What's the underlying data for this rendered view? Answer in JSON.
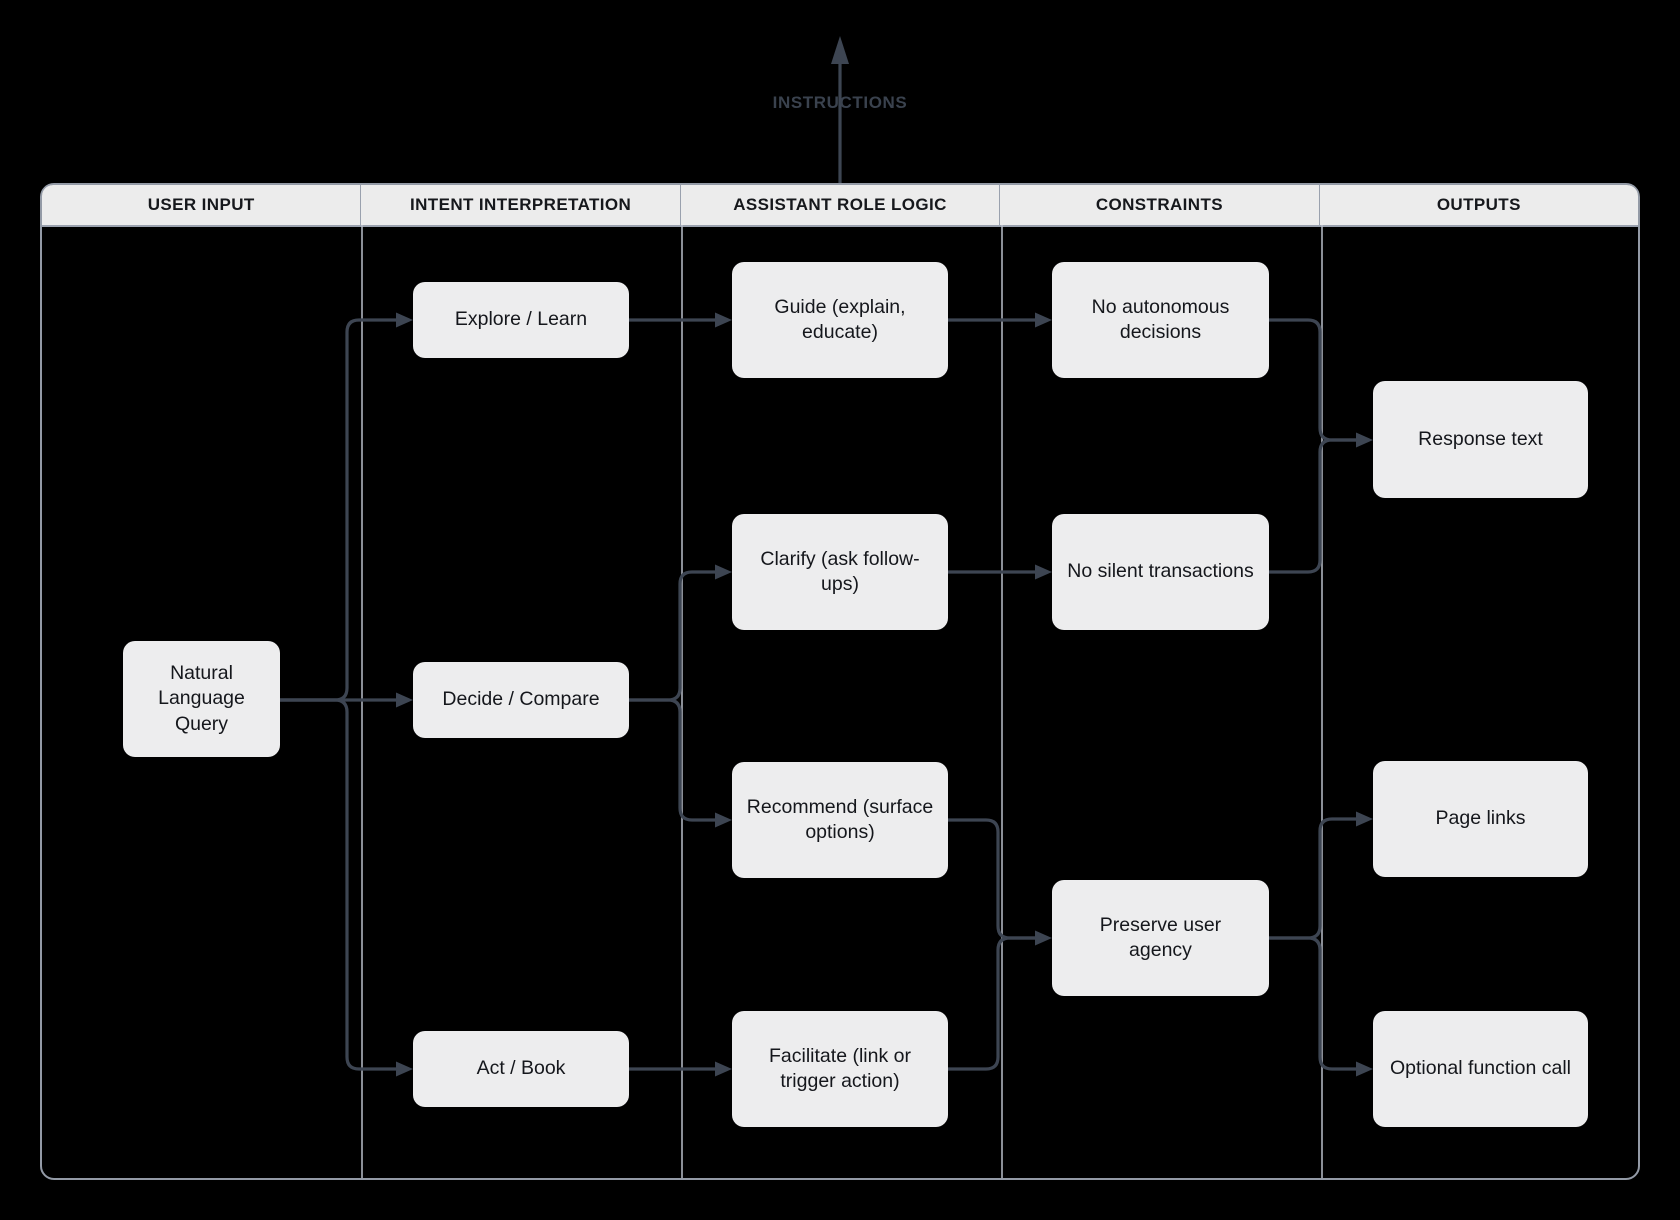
{
  "instructions_label": "INSTRUCTIONS",
  "lanes": [
    "USER INPUT",
    "INTENT INTERPRETATION",
    "ASSISTANT ROLE LOGIC",
    "CONSTRAINTS",
    "OUTPUTS"
  ],
  "nodes": {
    "natural_language_query": {
      "label": "Natural Language Query"
    },
    "explore_learn": {
      "label": "Explore / Learn"
    },
    "decide_compare": {
      "label": "Decide / Compare"
    },
    "act_book": {
      "label": "Act / Book"
    },
    "guide": {
      "label": "Guide (explain, educate)"
    },
    "clarify": {
      "label": "Clarify (ask follow-ups)"
    },
    "recommend": {
      "label": "Recommend (surface options)"
    },
    "facilitate": {
      "label": "Facilitate (link or trigger action)"
    },
    "no_autonomous_decisions": {
      "label": "No autonomous decisions"
    },
    "no_silent_transactions": {
      "label": "No silent transactions"
    },
    "preserve_user_agency": {
      "label": "Preserve user agency"
    },
    "response_text": {
      "label": "Response text"
    },
    "page_links": {
      "label": "Page links"
    },
    "optional_function_call": {
      "label": "Optional function call"
    }
  },
  "edges": [
    {
      "from": "natural_language_query",
      "to": "explore_learn"
    },
    {
      "from": "natural_language_query",
      "to": "decide_compare"
    },
    {
      "from": "natural_language_query",
      "to": "act_book"
    },
    {
      "from": "explore_learn",
      "to": "guide"
    },
    {
      "from": "decide_compare",
      "to": "clarify"
    },
    {
      "from": "decide_compare",
      "to": "recommend"
    },
    {
      "from": "act_book",
      "to": "facilitate"
    },
    {
      "from": "guide",
      "to": "no_autonomous_decisions"
    },
    {
      "from": "clarify",
      "to": "no_silent_transactions"
    },
    {
      "from": "recommend",
      "to": "preserve_user_agency"
    },
    {
      "from": "facilitate",
      "to": "preserve_user_agency"
    },
    {
      "from": "no_autonomous_decisions",
      "to": "response_text"
    },
    {
      "from": "no_silent_transactions",
      "to": "response_text"
    },
    {
      "from": "preserve_user_agency",
      "to": "page_links"
    },
    {
      "from": "preserve_user_agency",
      "to": "optional_function_call"
    }
  ],
  "colors": {
    "background": "#000000",
    "connector": "#3d4552",
    "box_fill": "#ededee",
    "box_text": "#15171c",
    "lane_border": "#9aa1ae",
    "header_fill": "#ececec",
    "instructions_text": "#3a424e"
  }
}
